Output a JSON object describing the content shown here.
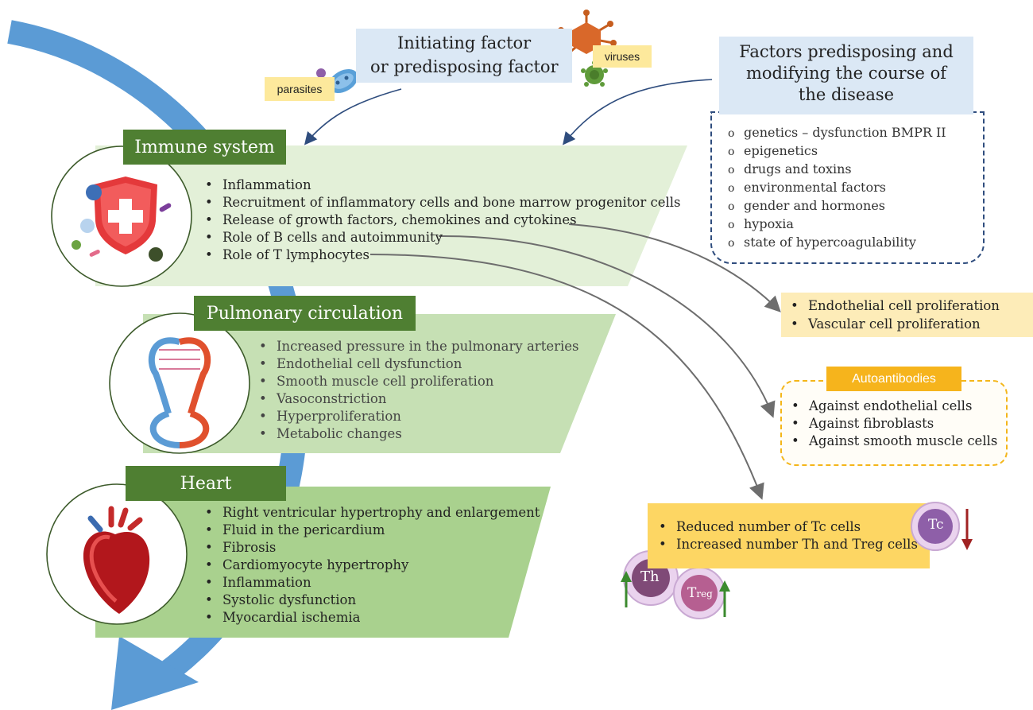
{
  "initiating": {
    "line1": "Initiating factor",
    "line2": "or predisposing factor"
  },
  "tags": {
    "parasites": "parasites",
    "viruses": "viruses"
  },
  "factors": {
    "title_line1": "Factors predisposing and",
    "title_line2": "modifying the course of",
    "title_line3": "the disease",
    "items": [
      "genetics – dysfunction BMPR II",
      "epigenetics",
      "drugs and toxins",
      "environmental factors",
      "gender and hormones",
      "hypoxia",
      "state of hypercoagulability"
    ]
  },
  "immune": {
    "label": "Immune system",
    "items": [
      "Inflammation",
      "Recruitment of inflammatory cells and bone marrow progenitor cells",
      "Release of growth factors, chemokines and cytokines",
      "Role of B cells and autoimmunity",
      "Role of T lymphocytes"
    ]
  },
  "pulmonary": {
    "label": "Pulmonary circulation",
    "items": [
      "Increased pressure in the pulmonary arteries",
      "Endothelial cell dysfunction",
      "Smooth muscle cell proliferation",
      "Vasoconstriction",
      "Hyperproliferation",
      "Metabolic changes"
    ]
  },
  "heart": {
    "label": "Heart",
    "items": [
      "Right ventricular hypertrophy and enlargement",
      "Fluid in the pericardium",
      "Fibrosis",
      "Cardiomyocyte hypertrophy",
      "Inflammation",
      "Systolic dysfunction",
      "Myocardial ischemia"
    ]
  },
  "proliferation": {
    "items": [
      "Endothelial cell proliferation",
      "Vascular cell proliferation"
    ]
  },
  "autoantibodies": {
    "label": "Autoantibodies",
    "items": [
      "Against endothelial cells",
      "Against fibroblasts",
      "Against smooth muscle cells"
    ]
  },
  "tcells": {
    "items": [
      "Reduced number of Tc cells",
      "Increased number Th and Treg cells"
    ],
    "tc": "Tc",
    "th": "Th",
    "treg_main": "T",
    "treg_sub": "reg"
  },
  "colors": {
    "blue_arrow": "#5b9bd5",
    "label_green": "#4f7f32",
    "panel_light": "#e3f0d8",
    "panel_mid": "#c6e0b4",
    "panel_dark": "#a9d18e",
    "info_blue": "#dbe8f5",
    "yellow_light": "#fdecb8",
    "yellow_mid": "#fdd663",
    "orange": "#f6b41c",
    "up_arrow": "#3b8a2e",
    "down_arrow": "#a02222"
  }
}
